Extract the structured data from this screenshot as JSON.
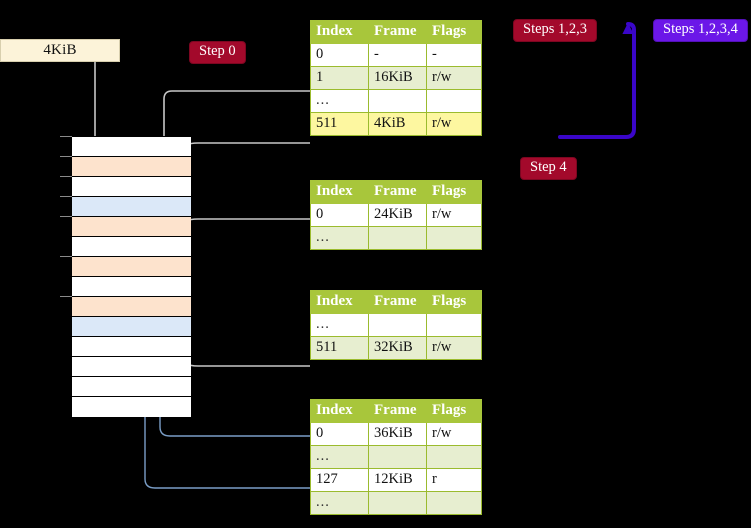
{
  "diagram": {
    "title_labels": {
      "size_box": "4KiB"
    },
    "steps": [
      {
        "id": "step-0",
        "label": "Step 0",
        "color": "#a3092b"
      },
      {
        "id": "step-123",
        "label": "Steps 1,2,3",
        "color": "#a3092b"
      },
      {
        "id": "step-1234",
        "label": "Steps 1,2,3,4",
        "color": "#6b17e8"
      },
      {
        "id": "step-4",
        "label": "Step 4",
        "color": "#a3092b"
      }
    ],
    "columns": [
      "Index",
      "Frame",
      "Flags"
    ],
    "tables": [
      {
        "id": "table-level-0",
        "rows": [
          {
            "index": "0",
            "frame": "-",
            "flags": "-",
            "style": "plain",
            "highlight": false
          },
          {
            "index": "1",
            "frame": "16KiB",
            "flags": "r/w",
            "style": "alt",
            "highlight": false
          },
          {
            "index": "...",
            "frame": "",
            "flags": "",
            "style": "plain",
            "highlight": false
          },
          {
            "index": "511",
            "frame": "4KiB",
            "flags": "r/w",
            "style": "alt",
            "highlight": true
          }
        ]
      },
      {
        "id": "table-level-1",
        "rows": [
          {
            "index": "0",
            "frame": "24KiB",
            "flags": "r/w",
            "style": "plain",
            "highlight": false
          },
          {
            "index": "...",
            "frame": "",
            "flags": "",
            "style": "alt",
            "highlight": false
          }
        ]
      },
      {
        "id": "table-level-2",
        "rows": [
          {
            "index": "...",
            "frame": "",
            "flags": "",
            "style": "plain",
            "highlight": false
          },
          {
            "index": "511",
            "frame": "32KiB",
            "flags": "r/w",
            "style": "alt",
            "highlight": false
          }
        ]
      },
      {
        "id": "table-level-3",
        "rows": [
          {
            "index": "0",
            "frame": "36KiB",
            "flags": "r/w",
            "style": "plain",
            "highlight": false
          },
          {
            "index": "...",
            "frame": "",
            "flags": "",
            "style": "alt",
            "highlight": false
          },
          {
            "index": "127",
            "frame": "12KiB",
            "flags": "r",
            "style": "plain",
            "highlight": false
          },
          {
            "index": "...",
            "frame": "",
            "flags": "",
            "style": "alt",
            "highlight": false
          }
        ]
      }
    ],
    "memory_rows": [
      {
        "fill": "white"
      },
      {
        "fill": "orange"
      },
      {
        "fill": "white"
      },
      {
        "fill": "blue"
      },
      {
        "fill": "orange"
      },
      {
        "fill": "white"
      },
      {
        "fill": "orange"
      },
      {
        "fill": "white"
      },
      {
        "fill": "orange"
      },
      {
        "fill": "blue"
      },
      {
        "fill": "white"
      },
      {
        "fill": "white"
      },
      {
        "fill": "white"
      },
      {
        "fill": "white"
      }
    ],
    "colors": {
      "background": "#000000",
      "header_green": "#a8c63b",
      "row_alt_green": "#e7eed0",
      "highlight_yellow": "#fdf7a0",
      "frame_orange": "#fde3cd",
      "frame_blue": "#dbe8f8",
      "pill_red": "#a3092b",
      "pill_purple": "#6b17e8",
      "arrow_grey": "#b9b9b9",
      "arrow_blue": "#5b7fb4",
      "size_box_cream": "#fcf3d9"
    }
  }
}
